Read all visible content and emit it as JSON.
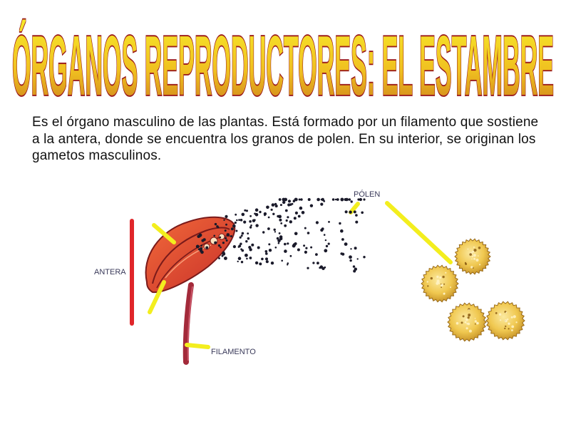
{
  "title": "ÓRGANOS REPRODUCTORES: EL ESTAMBRE",
  "description": "Es el órgano masculino de las plantas. Está formado por un filamento que sostiene a la antera, donde se encuentra los granos de polen. En su interior, se originan los gametos masculinos.",
  "diagram": {
    "labels": {
      "antera": "ANTERA",
      "filamento": "FILAMENTO",
      "polen": "PÓLEN"
    }
  },
  "colors": {
    "title_fill_top": "#f7ea2a",
    "title_fill_bottom": "#d08a14",
    "title_outline": "#9b1b1b",
    "antera_bar": "#e0262a",
    "pointer_lines": "#f3ee1e",
    "anther": "#e04a2a",
    "filament": "#a32a3a",
    "pollen_grain": "#f0c850"
  }
}
